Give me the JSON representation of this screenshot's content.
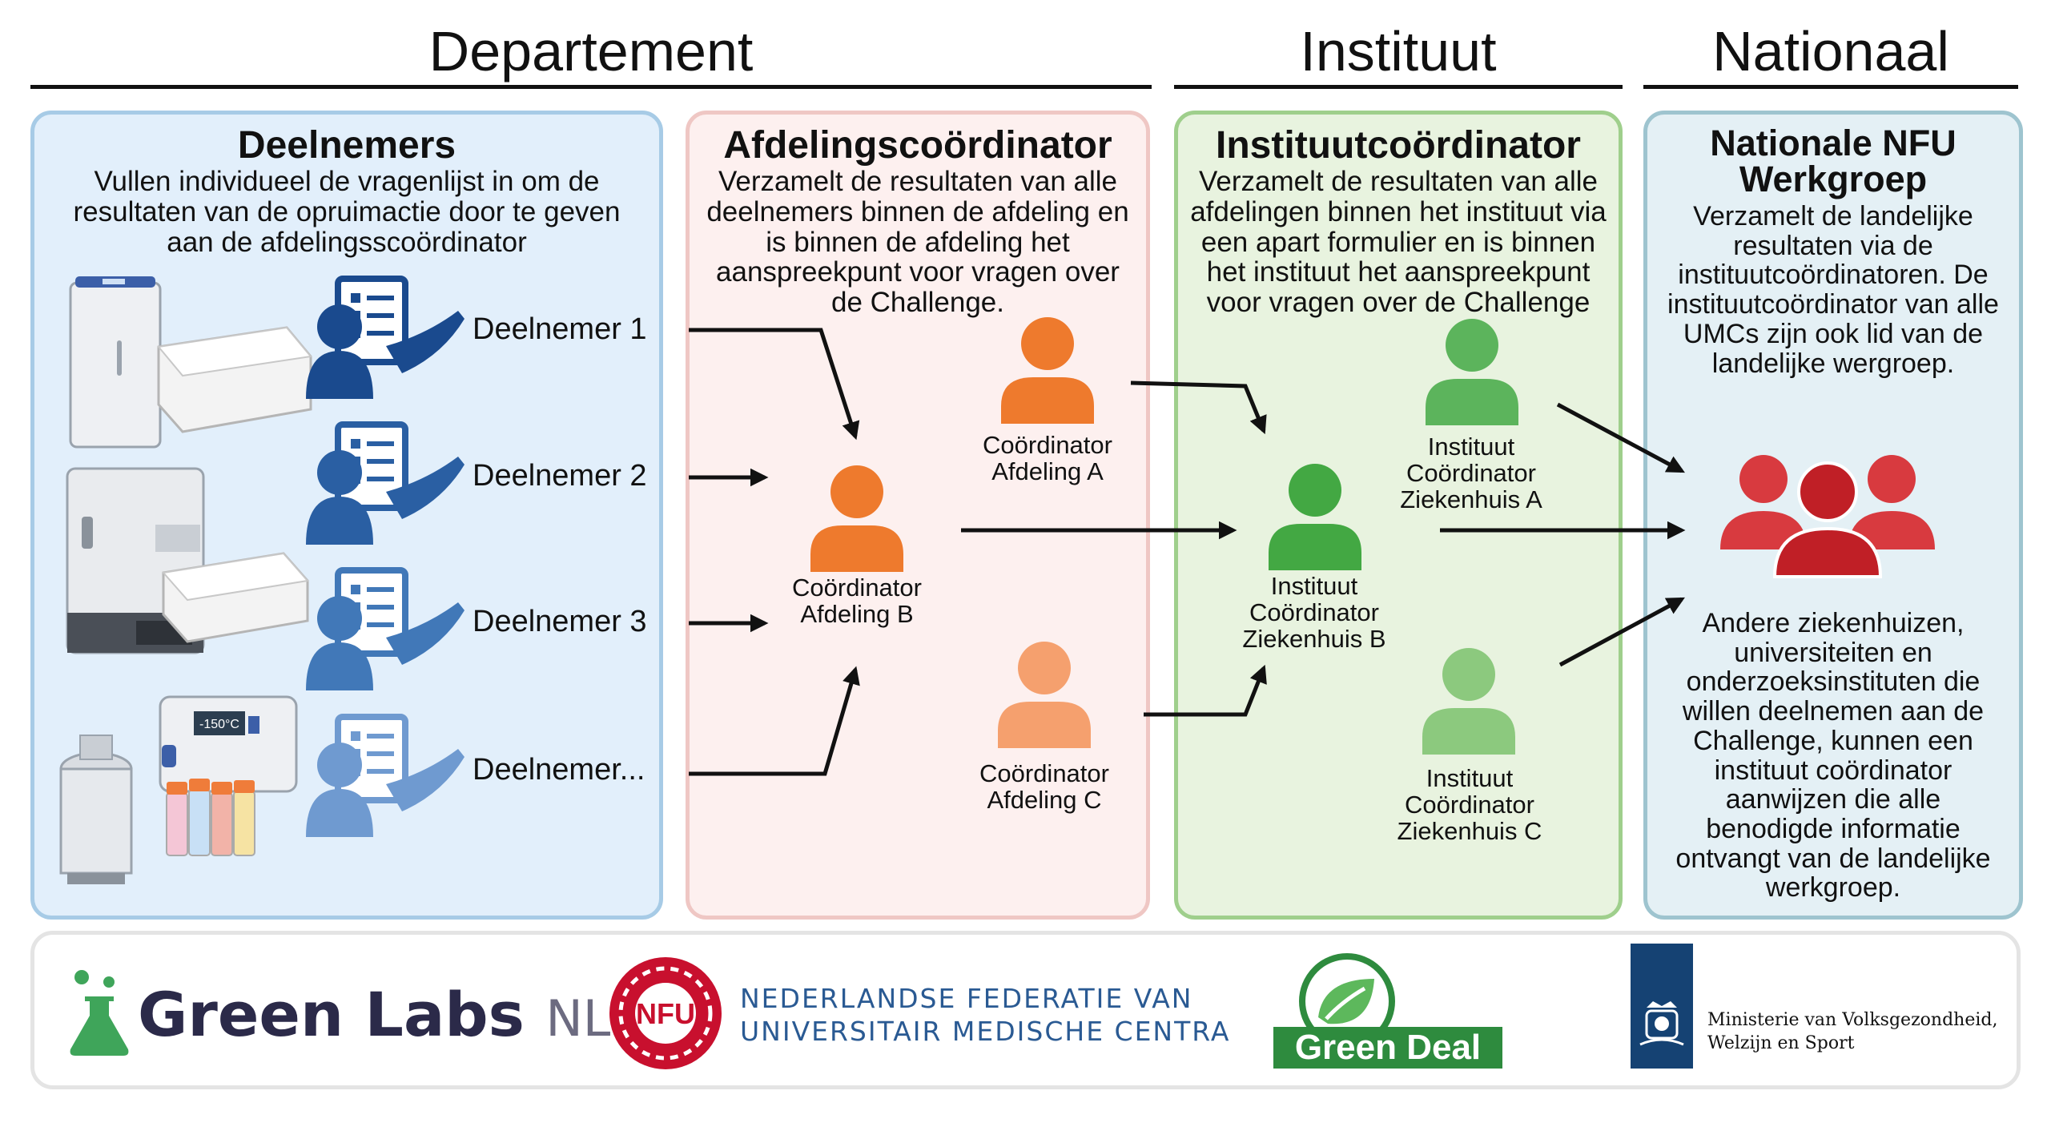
{
  "headers": {
    "departement": "Departement",
    "instituut": "Instituut",
    "nationaal": "Nationaal"
  },
  "panels": {
    "deelnemers": {
      "title": "Deelnemers",
      "description": "Vullen individueel de vragenlijst in om de resultaten van de opruimactie door te geven aan de afdelingsscoördinator",
      "participants": [
        "Deelnemer 1",
        "Deelnemer 2",
        "Deelnemer 3",
        "Deelnemer..."
      ],
      "freezer_display": "-150°C"
    },
    "afdeling": {
      "title": "Afdelingscoördinator",
      "description": "Verzamelt de resultaten van alle deelnemers binnen de afdeling en is binnen de afdeling het aanspreekpunt voor vragen over de Challenge.",
      "coordinators": [
        {
          "line1": "Coördinator",
          "line2": "Afdeling A"
        },
        {
          "line1": "Coördinator",
          "line2": "Afdeling B"
        },
        {
          "line1": "Coördinator",
          "line2": "Afdeling C"
        }
      ]
    },
    "instituut": {
      "title": "Instituutcoördinator",
      "description": "Verzamelt de resultaten van alle afdelingen binnen het instituut via een apart formulier en is binnen het instituut het aanspreekpunt voor vragen over de Challenge",
      "coordinators": [
        {
          "line1": "Instituut",
          "line2": "Coördinator",
          "line3": "Ziekenhuis A"
        },
        {
          "line1": "Instituut",
          "line2": "Coördinator",
          "line3": "Ziekenhuis B"
        },
        {
          "line1": "Instituut",
          "line2": "Coördinator",
          "line3": "Ziekenhuis C"
        }
      ]
    },
    "nationaal": {
      "title_line1": "Nationale NFU",
      "title_line2": "Werkgroep",
      "description": "Verzamelt de landelijke resultaten via de instituutcoördinatoren. De instituutcoördinator van alle UMCs zijn ook lid van de landelijke wergroep.",
      "other": "Andere ziekenhuizen, universiteiten en onderzoeksinstituten die willen deelnemen aan de Challenge, kunnen een instituut coördinator aanwijzen die alle benodigde informatie ontvangt van de landelijke werkgroep."
    }
  },
  "logos": {
    "greenlabs": {
      "main": "Green Labs",
      "suffix": "NL"
    },
    "nfu": {
      "badge": "NFU",
      "line1": "NEDERLANDSE FEDERATIE VAN",
      "line2": "UNIVERSITAIR MEDISCHE CENTRA"
    },
    "greendeal": {
      "text": "Green Deal"
    },
    "ministerie": {
      "line1": "Ministerie van Volksgezondheid,",
      "line2": "Welzijn en Sport"
    }
  },
  "colors": {
    "blue_panel_bg": "#e2effb",
    "blue_panel_border": "#a7cbe6",
    "pink_panel_bg": "#fdf0ef",
    "pink_panel_border": "#efc7c4",
    "green_panel_bg": "#e8f3df",
    "green_panel_border": "#9fcf8c",
    "teal_panel_bg": "#e4f0f5",
    "teal_panel_border": "#9ec4cf",
    "orange": "#ee7a2d",
    "orange_light": "#f5a06e",
    "green": "#43a843",
    "green_light": "#7cc46f",
    "red": "#cc2a2f",
    "navy": "#1e4f8f",
    "greenlabs_dark": "#2b2a49",
    "greenlabs_green": "#3fa55a",
    "nfu_red": "#c8102e",
    "nfu_blue": "#2a5a93",
    "greendeal": "#2e8b3e",
    "rijks_blue": "#154273"
  }
}
